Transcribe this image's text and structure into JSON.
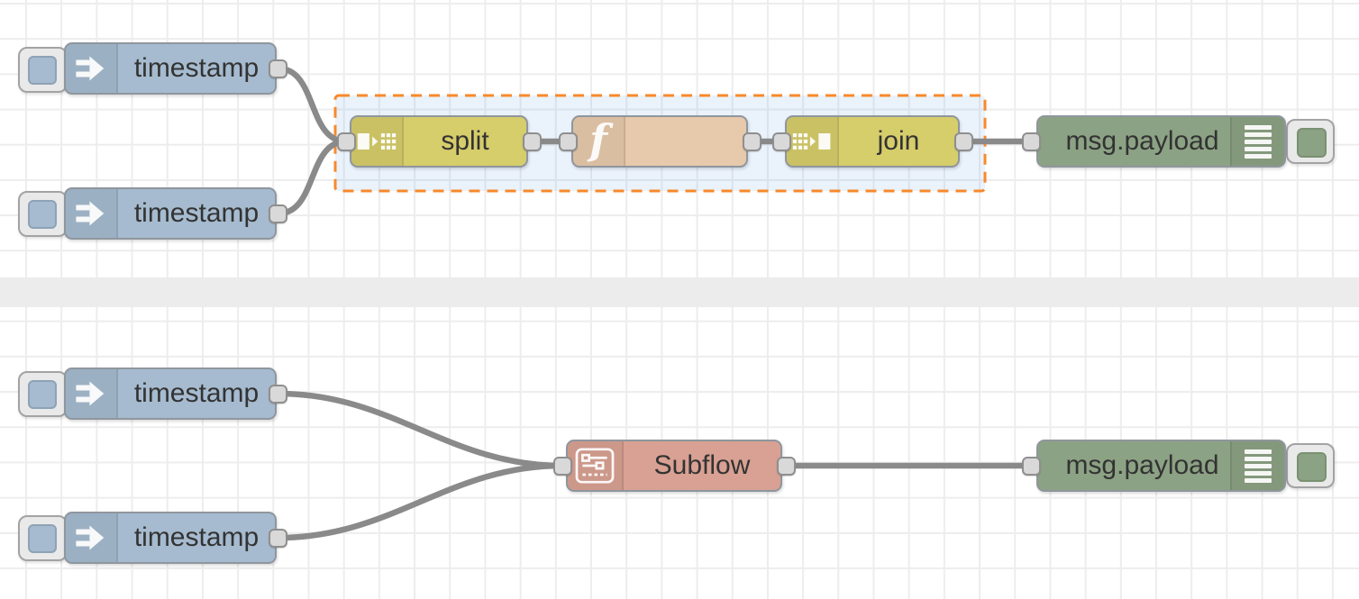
{
  "workspace": {
    "background": "#ffffff",
    "grid_color": "#ededed",
    "section_divider_color": "#ececec",
    "wire_color": "#8a8a8a",
    "port_color": "#d9d9d9"
  },
  "selection_group": {
    "selected": true,
    "fill": "#e9f1fb",
    "border_color": "#f8892b",
    "contains": [
      "split",
      "function",
      "join"
    ]
  },
  "node_colors": {
    "inject": "#a6bbcf",
    "split_join": "#d6cd6b",
    "function": "#e7c9ab",
    "debug": "#8ca284",
    "subflow": "#d8a193"
  },
  "nodes": {
    "inject_top_1": {
      "type": "inject",
      "label": "timestamp"
    },
    "inject_top_2": {
      "type": "inject",
      "label": "timestamp"
    },
    "split": {
      "type": "split",
      "label": "split"
    },
    "function": {
      "type": "function",
      "label": ""
    },
    "join": {
      "type": "join",
      "label": "join"
    },
    "debug_top": {
      "type": "debug",
      "label": "msg.payload"
    },
    "inject_bottom_1": {
      "type": "inject",
      "label": "timestamp"
    },
    "inject_bottom_2": {
      "type": "inject",
      "label": "timestamp"
    },
    "subflow": {
      "type": "subflow",
      "label": "Subflow"
    },
    "debug_bottom": {
      "type": "debug",
      "label": "msg.payload"
    }
  },
  "connections": [
    {
      "from": "inject_top_1",
      "to": "split"
    },
    {
      "from": "inject_top_2",
      "to": "split"
    },
    {
      "from": "split",
      "to": "function"
    },
    {
      "from": "function",
      "to": "join"
    },
    {
      "from": "join",
      "to": "debug_top"
    },
    {
      "from": "inject_bottom_1",
      "to": "subflow"
    },
    {
      "from": "inject_bottom_2",
      "to": "subflow"
    },
    {
      "from": "subflow",
      "to": "debug_bottom"
    }
  ]
}
